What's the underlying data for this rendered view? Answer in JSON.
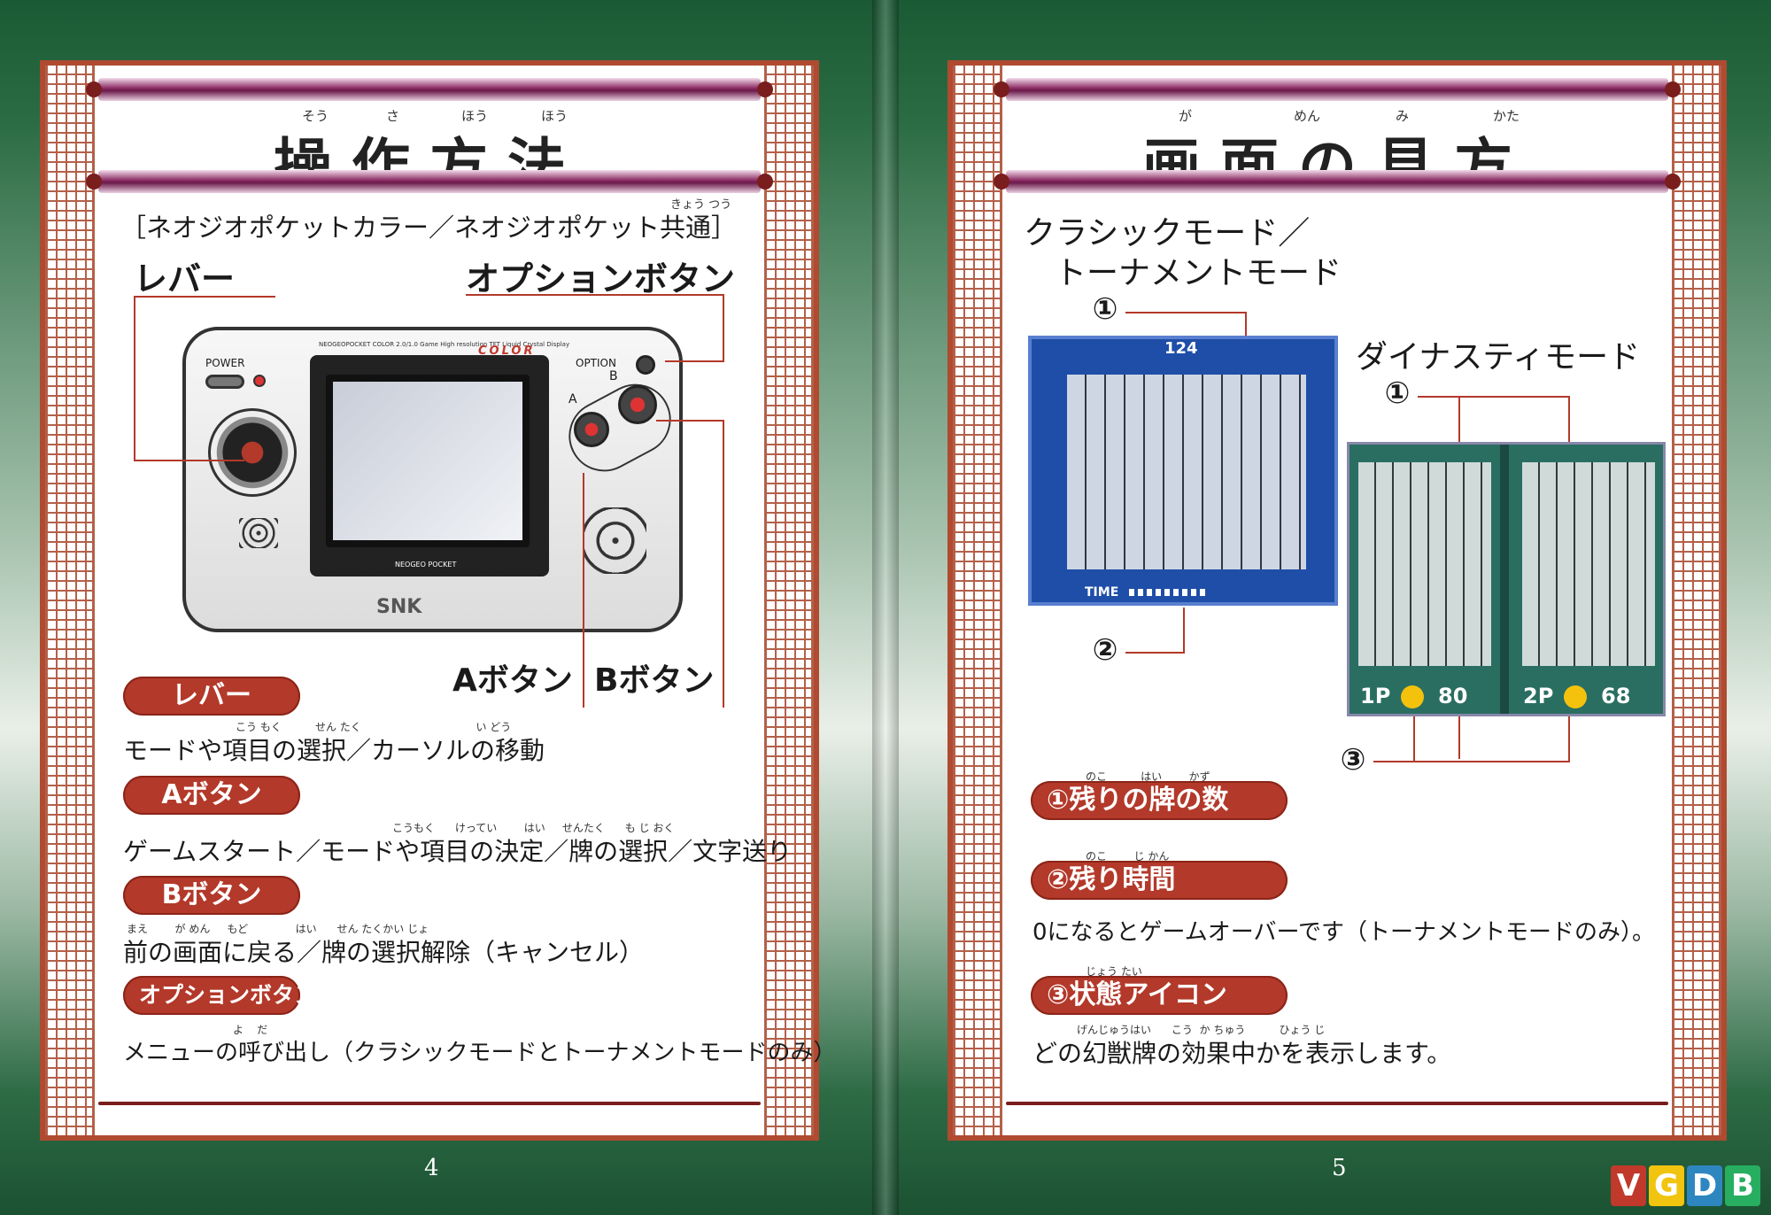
{
  "left_page": {
    "title": "操作方法",
    "title_ruby": [
      "そう",
      "さ",
      "ほう",
      "ほう"
    ],
    "subtitle_ruby": "きょう つう",
    "subtitle": "［ネオジオポケットカラー／ネオジオポケット共通］",
    "callouts": {
      "lever": "レバー",
      "option_button": "オプションボタン",
      "a_button": "Aボタン",
      "b_button": "Bボタン"
    },
    "device": {
      "power_label": "POWER",
      "option_label": "OPTION",
      "a_label": "A",
      "b_label": "B",
      "color_label": "COLOR",
      "brand": "SNK",
      "logo": "NEOGEO POCKET",
      "fine_print": "NEOGEOPOCKET COLOR 2.0/1.0 Game High resolution TFT  Liquid Crystal Display"
    },
    "items": [
      {
        "label": "レバー",
        "ruby": "こう もく          せん たく                                  い どう",
        "text": "モードや項目の選択／カーソルの移動"
      },
      {
        "label": "Aボタン",
        "ruby": "こうもく      けってい        はい     せんたく      も じ おく",
        "text": "ゲームスタート／モードや項目の決定／牌の選択／文字送り"
      },
      {
        "label": "Bボタン",
        "ruby": "まえ        が めん     もど              はい      せん たくかい じょ",
        "text": "前の画面に戻る／牌の選択解除（キャンセル）"
      },
      {
        "label": "オプションボタン",
        "ruby": "よ    だ",
        "text": "メニューの呼び出し（クラシックモードとトーナメントモードのみ）"
      }
    ],
    "page_number": "4"
  },
  "right_page": {
    "title": "画面の見方",
    "title_ruby": [
      "が",
      "めん",
      "み",
      "かた"
    ],
    "classic_heading_1": "クラシックモード／",
    "classic_heading_2": "トーナメントモード",
    "dynasty_heading": "ダイナスティモード",
    "markers": {
      "one": "①",
      "two": "②",
      "three": "③"
    },
    "classic_screen": {
      "count": "124",
      "time_label": "TIME"
    },
    "dynasty_screen": {
      "p1": "1P",
      "p1_score": "80",
      "p2": "2P",
      "p2_score": "68"
    },
    "items": [
      {
        "label": "①残りの牌の数",
        "ruby": "のこ          はい        かず",
        "text": ""
      },
      {
        "label": "②残り時間",
        "ruby": "のこ        じ かん",
        "text": "0になるとゲームオーバーです（トーナメントモードのみ）。"
      },
      {
        "label": "③状態アイコン",
        "ruby": "じょう たい",
        "text": "どの幻獣牌の効果中かを表示します。",
        "text_ruby": "げんじゅうはい      こう  か ちゅう          ひょう じ"
      }
    ],
    "page_number": "5"
  },
  "watermark": {
    "letters": [
      "V",
      "G",
      "D",
      "B"
    ],
    "colors": [
      "#c0392b",
      "#f1c40f",
      "#2e86c1",
      "#27ae60"
    ]
  }
}
